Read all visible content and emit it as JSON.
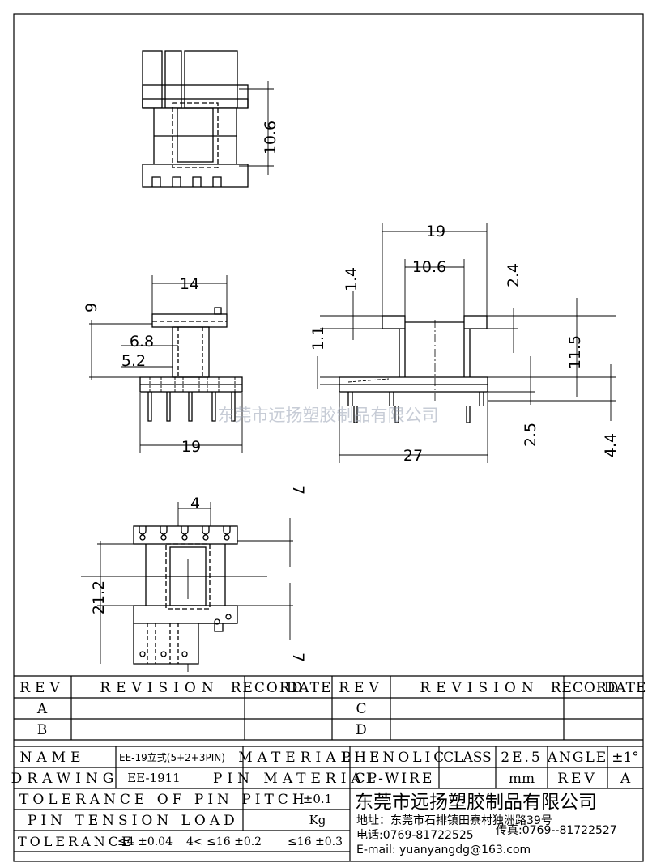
{
  "views": {
    "side_view": {
      "dim_height": "10.6"
    },
    "front_view": {
      "dim_top": "14",
      "dim_bottom": "19",
      "dim_height": "9",
      "dim_slot": "6.8",
      "dim_core": "5.2"
    },
    "section_view": {
      "dim_top": "19",
      "dim_inner": "10.6",
      "dim_bottom": "27",
      "dim_flange": "1.4",
      "dim_wall": "2.4",
      "dim_base": "1.1",
      "dim_height": "11.5",
      "dim_pin_offset": "2.5",
      "dim_pin_len": "4.4"
    },
    "bottom_view": {
      "dim_width": "4",
      "dim_length": "21.2",
      "dim_top_edge": "7",
      "dim_bottom_edge": "7"
    }
  },
  "watermark": "东莞市远扬塑胶制品有限公司",
  "revision_table": {
    "headers": [
      "REV",
      "REVISION",
      "RECORD",
      "DATE",
      "REV",
      "REVISION",
      "RECORD",
      "DATE"
    ],
    "rows": [
      [
        "A",
        "C"
      ],
      [
        "B",
        "D"
      ]
    ]
  },
  "title_block": {
    "name_label": "NAME",
    "name_value": "EE-19立式(5+2+3PIN)",
    "material_label": "MATERIAL",
    "material_value": "PHENOLIC",
    "class_value": "CLASS",
    "scale_value": "2E.5",
    "angle_label": "ANGLE",
    "angle_value": "±1°",
    "drawing_label": "DRAWING",
    "drawing_value": "EE-1911",
    "pin_material_label": "PIN MATERIAL",
    "pin_material_value": "CP-WIRE",
    "unit_value": "mm",
    "rev_label": "REV",
    "rev_value": "A",
    "tolerance_pin_label": "TOLERANCE OF PIN PITCH",
    "tolerance_pin_value": "±0.1",
    "pin_tension_label": "PIN TENSION LOAD",
    "pin_tension_value": "Kg",
    "tolerance_label": "TOLERANCE",
    "tolerance_values": [
      "≤4 ±0.04",
      "4< ≤16 ±0.2",
      "≤16 ±0.3"
    ]
  },
  "company": {
    "name": "东莞市远扬塑胶制品有限公司",
    "address": "地址：东莞市石排镇田寮村独洲路39号",
    "phone": "电话:0769-81722525",
    "fax": "传真:0769--81722527",
    "email": "E-mail: yuanyangdg@163.com"
  }
}
